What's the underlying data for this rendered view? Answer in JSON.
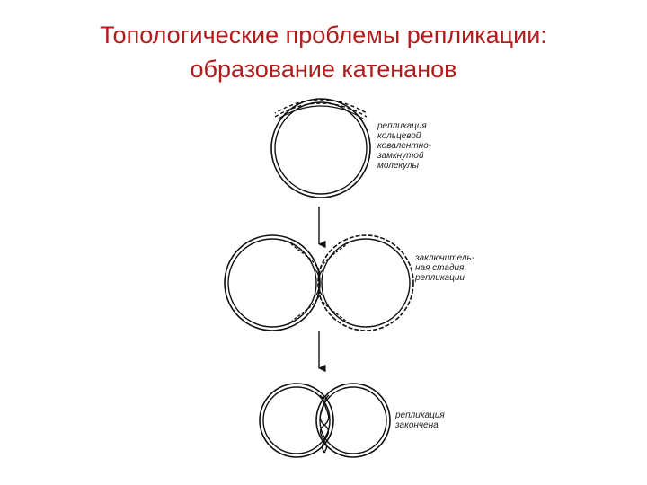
{
  "title": {
    "line1": "Топологические проблемы репликации:",
    "line2": "образование катенанов"
  },
  "stage1": {
    "label": [
      "репликация",
      "кольцевой",
      "ковалентно-",
      "замкнутой",
      "молекулы"
    ]
  },
  "stage2": {
    "label": [
      "заключитель-",
      "ная стадия",
      "репликации"
    ]
  },
  "stage3": {
    "label": [
      "репликация",
      "закончена"
    ]
  },
  "colors": {
    "title": "#b21c1c",
    "lines": "#111111"
  }
}
